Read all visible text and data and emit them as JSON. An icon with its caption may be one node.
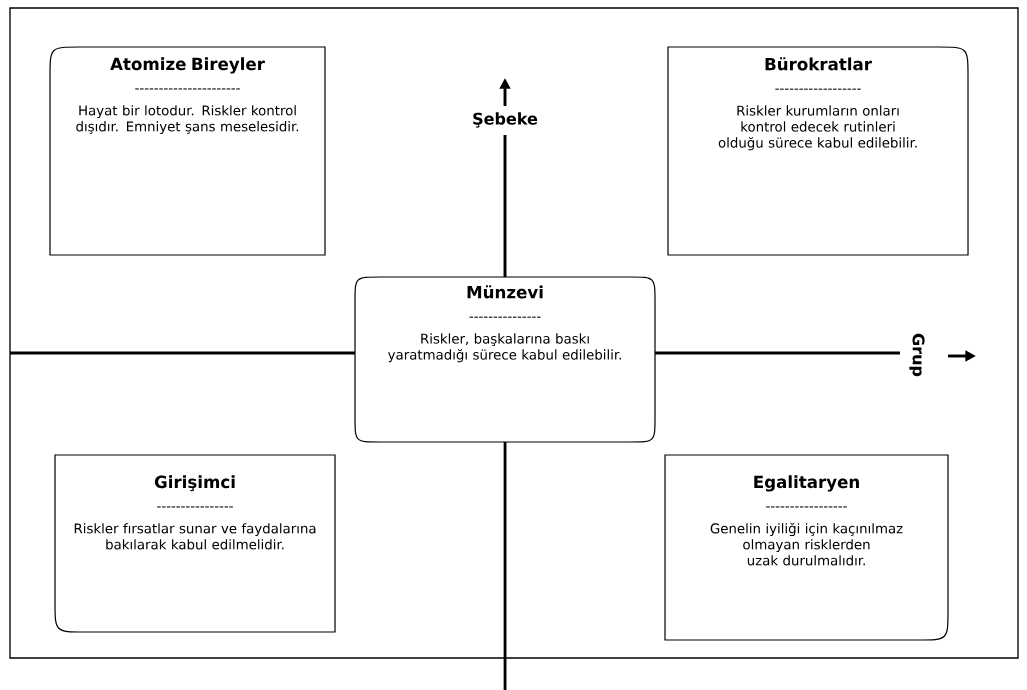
{
  "diagram": {
    "nodes": [
      {
        "text": [
          "Atomize Bireyler",
          "----------------------",
          "Hayat bir lotodur. Riskler kontrol dışıdır. Emniyet şans meselesidir."
        ]
      },
      {
        "text": [
          "Bürokratlar",
          "------------------",
          "Riskler kurumların onları kontrol edecek rutinleri olduğu sürece kabul edilebilir."
        ]
      },
      {
        "text": [
          "Münzevi",
          "---------------",
          "Riskler, başkalarına baskı yaratmadığı sürece kabul edilebilir."
        ]
      },
      {
        "text": [
          "Girişimci",
          "----------------",
          "Riskler fırsatlar sunar ve faydalarına bakılarak kabul edilmelidir."
        ]
      },
      {
        "text": [
          "Egalitaryen",
          "-----------------",
          "Genelin iyiliği için kaçınılmaz olmayan risklerden uzak durulmalıdır."
        ]
      }
    ],
    "labels": [
      "Şebeke",
      "Grup"
    ]
  }
}
